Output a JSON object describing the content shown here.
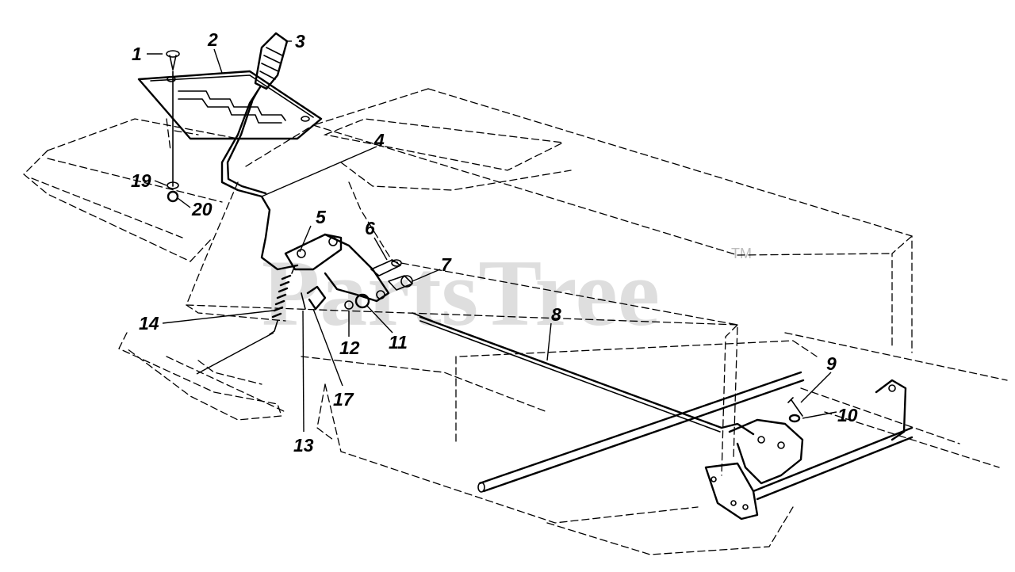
{
  "watermark": {
    "text": "PartsTree",
    "trademark": "TM"
  },
  "callouts": [
    "1",
    "2",
    "3",
    "4",
    "5",
    "6",
    "7",
    "8",
    "9",
    "10",
    "11",
    "12",
    "13",
    "14",
    "17",
    "19",
    "20"
  ]
}
